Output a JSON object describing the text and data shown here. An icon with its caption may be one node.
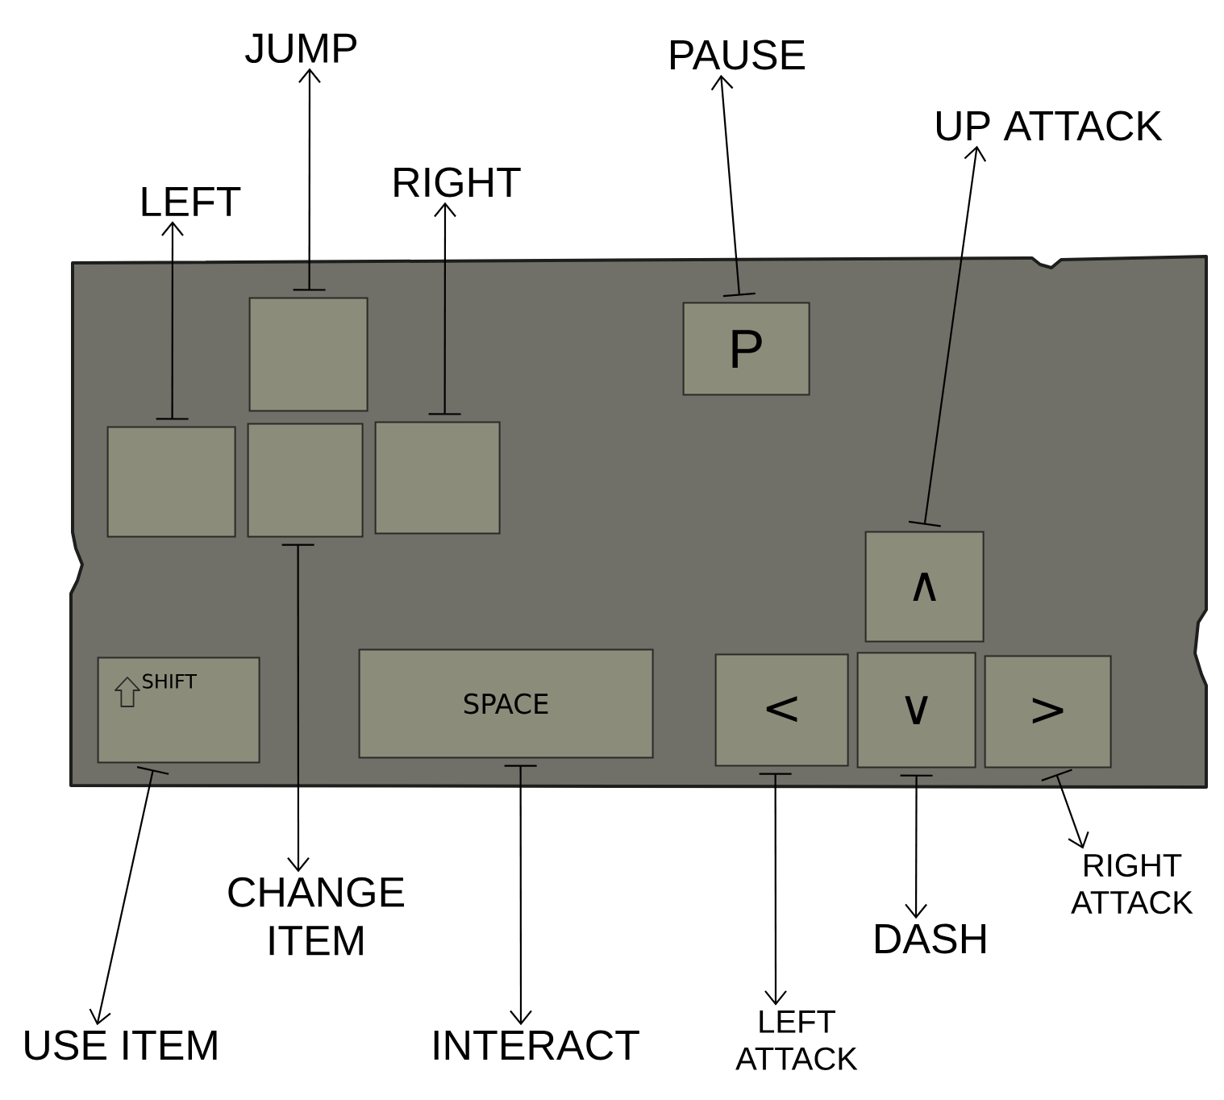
{
  "diagram": {
    "nodes": [
      {
        "text": [],
        "shape": "box"
      },
      {
        "text": [],
        "shape": "box",
        "in": 0
      },
      {
        "text": [
          "P"
        ],
        "in": 0
      },
      {
        "text": [],
        "shape": "box",
        "in": 0
      },
      {
        "text": [],
        "shape": "box",
        "in": 0
      },
      {
        "text": [],
        "shape": "box",
        "in": 0
      },
      {
        "text": [
          "∧"
        ],
        "in": 0
      },
      {
        "text": [
          "SHIFT"
        ],
        "in": 0
      },
      {
        "text": [
          "SPACE"
        ],
        "in": 0
      },
      {
        "text": [
          "<"
        ],
        "in": 0
      },
      {
        "text": [
          "∨"
        ],
        "in": 0
      },
      {
        "text": [
          ">"
        ],
        "in": 0
      },
      {
        "text": [
          "JUMP"
        ]
      },
      {
        "text": [
          "PAUSE"
        ]
      },
      {
        "text": [
          "UP ATTACK"
        ]
      },
      {
        "text": [
          "RIGHT"
        ]
      },
      {
        "text": [
          "LEFT"
        ]
      },
      {
        "text": [
          "CHANGE ITEM"
        ]
      },
      {
        "text": [
          "USE ITEM"
        ]
      },
      {
        "text": [
          "INTERACT"
        ]
      },
      {
        "text": [
          "LEFT ATTACK"
        ]
      },
      {
        "text": [
          "DASH"
        ]
      },
      {
        "text": [
          "RIGHT ATTACK"
        ]
      }
    ],
    "edges": [
      {
        "from": 3,
        "to": 16,
        "arrow": "to"
      },
      {
        "from": 1,
        "to": 12,
        "arrow": "to"
      },
      {
        "from": 5,
        "to": 15,
        "arrow": "to"
      },
      {
        "from": 2,
        "to": 13,
        "arrow": "to"
      },
      {
        "from": 6,
        "to": 14,
        "arrow": "to"
      },
      {
        "from": 4,
        "to": 17,
        "arrow": "to"
      },
      {
        "from": 7,
        "to": 18,
        "arrow": "to"
      },
      {
        "from": 8,
        "to": 19,
        "arrow": "to"
      },
      {
        "from": 9,
        "to": 20,
        "arrow": "to"
      },
      {
        "from": 10,
        "to": 21,
        "arrow": "to"
      },
      {
        "from": 11,
        "to": 22,
        "arrow": "to"
      }
    ]
  }
}
